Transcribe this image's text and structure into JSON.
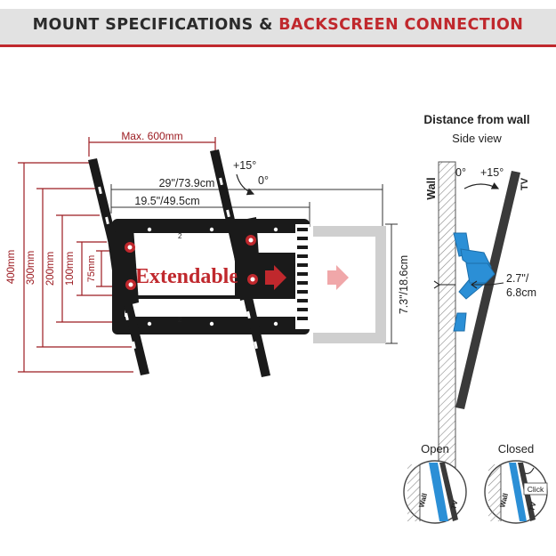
{
  "header": {
    "title_part1": "MOUNT SPECIFICATIONS & ",
    "title_part2": "BACKSCREEN CONNECTION"
  },
  "front_view": {
    "max_width_label": "Max. 600mm",
    "vesa_heights": [
      "400mm",
      "300mm",
      "200mm",
      "100mm",
      "75mm"
    ],
    "tilt_up_label": "+15°",
    "tilt_zero_label": "0°",
    "width_extended_label": "29\"/73.9cm",
    "width_base_label": "19.5\"/49.5cm",
    "height_label": "7.3\"/18.6cm",
    "extendable_label": "Extendable",
    "plate_number": "2"
  },
  "side_view": {
    "title": "Distance from wall",
    "subtitle": "Side view",
    "wall_label": "Wall",
    "tv_label": "TV",
    "angle_zero_label": "0°",
    "angle_up_label": "+15°",
    "distance_line1": "2.7\"/",
    "distance_line2": "6.8cm"
  },
  "lock_detail": {
    "open_label": "Open",
    "closed_label": "Closed",
    "wall_label": "Wall",
    "tv_label": "TV",
    "click_label": "Click"
  },
  "colors": {
    "accent_red": "#c0282d",
    "dimension_red": "#9c1c22",
    "bracket_blue": "#2b8fd6",
    "metal_black": "#1a1a1a"
  }
}
